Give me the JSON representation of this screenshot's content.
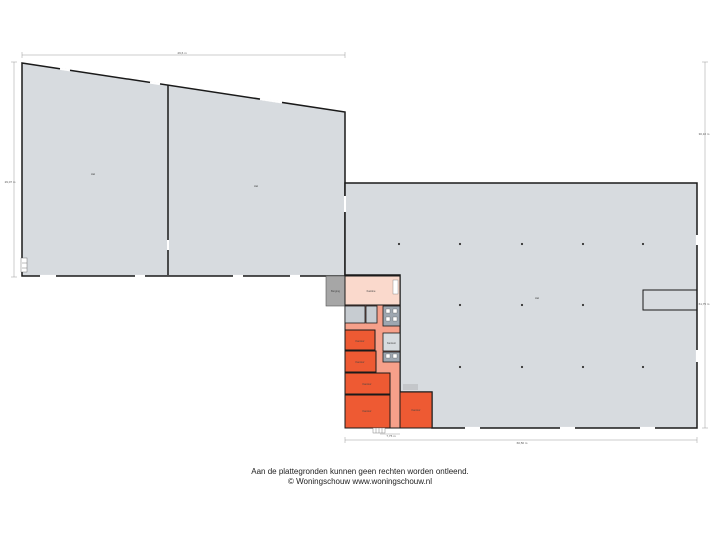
{
  "colors": {
    "hall_fill": "#d7dbdf",
    "wall": "#1a1a1a",
    "office_fill": "#ee5a33",
    "corridor_fill": "#f6a08a",
    "canteen_fill": "#fad9cc",
    "sanitary_fill": "#9ea7b1",
    "dark_room_fill": "#a6a6a6",
    "dimension_line": "#9a9a9a"
  },
  "dimensions": {
    "top_width": "49,6 m",
    "left_height": "29,07 m",
    "right_upper_height": "30,10 m",
    "right_lower_height": "61,75 m",
    "bottom_width": "60,50 m",
    "bottom_small": "7,75 m"
  },
  "rooms": {
    "hall_left": "Hal",
    "hall_middle": "Hal",
    "hall_main": "Hal",
    "canteen": "Kantine",
    "storage": "Berging",
    "office_1": "Kantoor",
    "office_2": "Kantoor",
    "office_3": "Kantoor",
    "office_4": "Kantoor",
    "office_5": "Kantoor",
    "meeting": "Kantoor"
  },
  "disclaimer": {
    "line1": "Aan de plattegronden kunnen geen rechten worden ontleend.",
    "line2": "© Woningschouw www.woningschouw.nl"
  }
}
